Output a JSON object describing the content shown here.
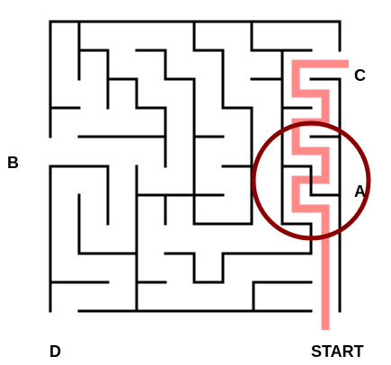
{
  "labels": {
    "b": "B",
    "c": "C",
    "a": "A",
    "d": "D",
    "start": "START"
  },
  "colors": {
    "wall": "#000000",
    "path": "#ff8a8a",
    "circle": "#8b0000",
    "background": "#ffffff"
  }
}
